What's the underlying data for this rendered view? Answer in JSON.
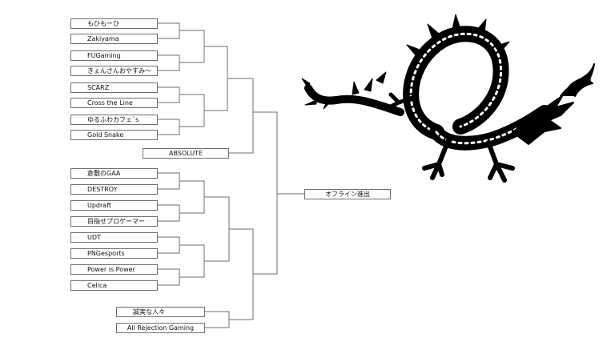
{
  "bracket": {
    "group_a": [
      "もひもーひ",
      "Zakiyama",
      "FUGaming",
      "きょんさんおやすみ〜",
      "SCARZ",
      "Cross the Line",
      "ゆるふわカフェ`s",
      "Gold Snake"
    ],
    "group_a_seed": "ABSOLUTE",
    "group_b": [
      "倉敷のGAA",
      "DESTROY",
      "Updraft",
      "目指せプロゲーマー",
      "UDT",
      "PNGesports",
      "Power is Power",
      "Celica"
    ],
    "group_c": [
      "誠実な人々",
      "All Rejection Gaming"
    ],
    "final": "オフライン進出"
  },
  "decoration": {
    "icon": "dragon-icon",
    "color": "#000000"
  },
  "colors": {
    "line": "#6e6e6e",
    "box_border": "#6e6e6e",
    "background": "#ffffff"
  }
}
